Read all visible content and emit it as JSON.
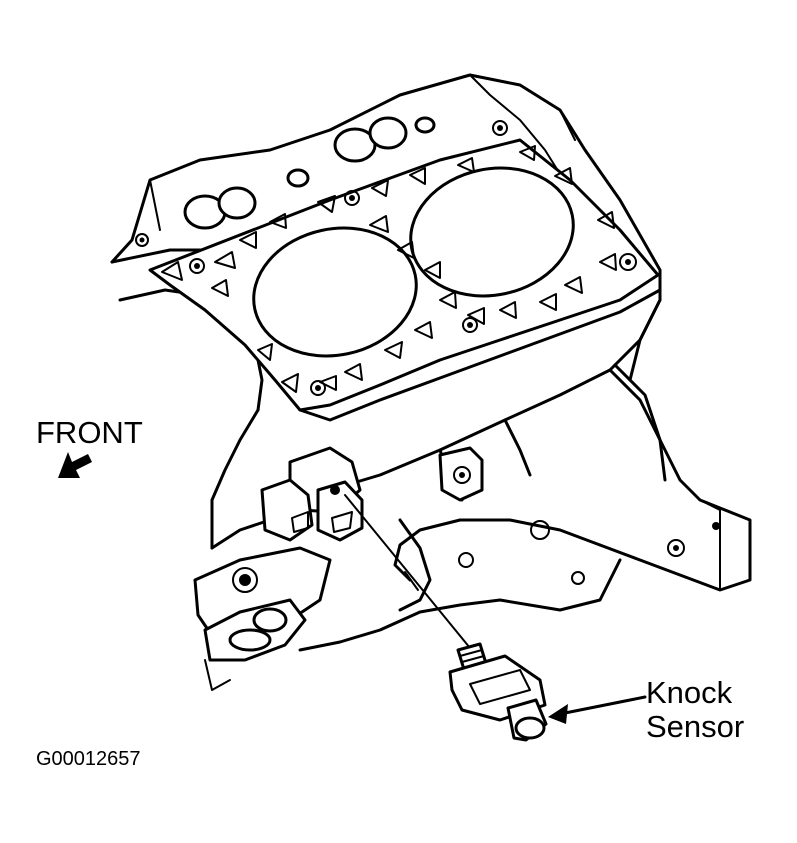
{
  "labels": {
    "front": "FRONT",
    "knock_line1": "Knock",
    "knock_line2": "Sensor",
    "figure_id": "G00012657"
  },
  "icons": {
    "direction": "arrow-left-down-icon",
    "pointer": "arrow-left-icon"
  }
}
